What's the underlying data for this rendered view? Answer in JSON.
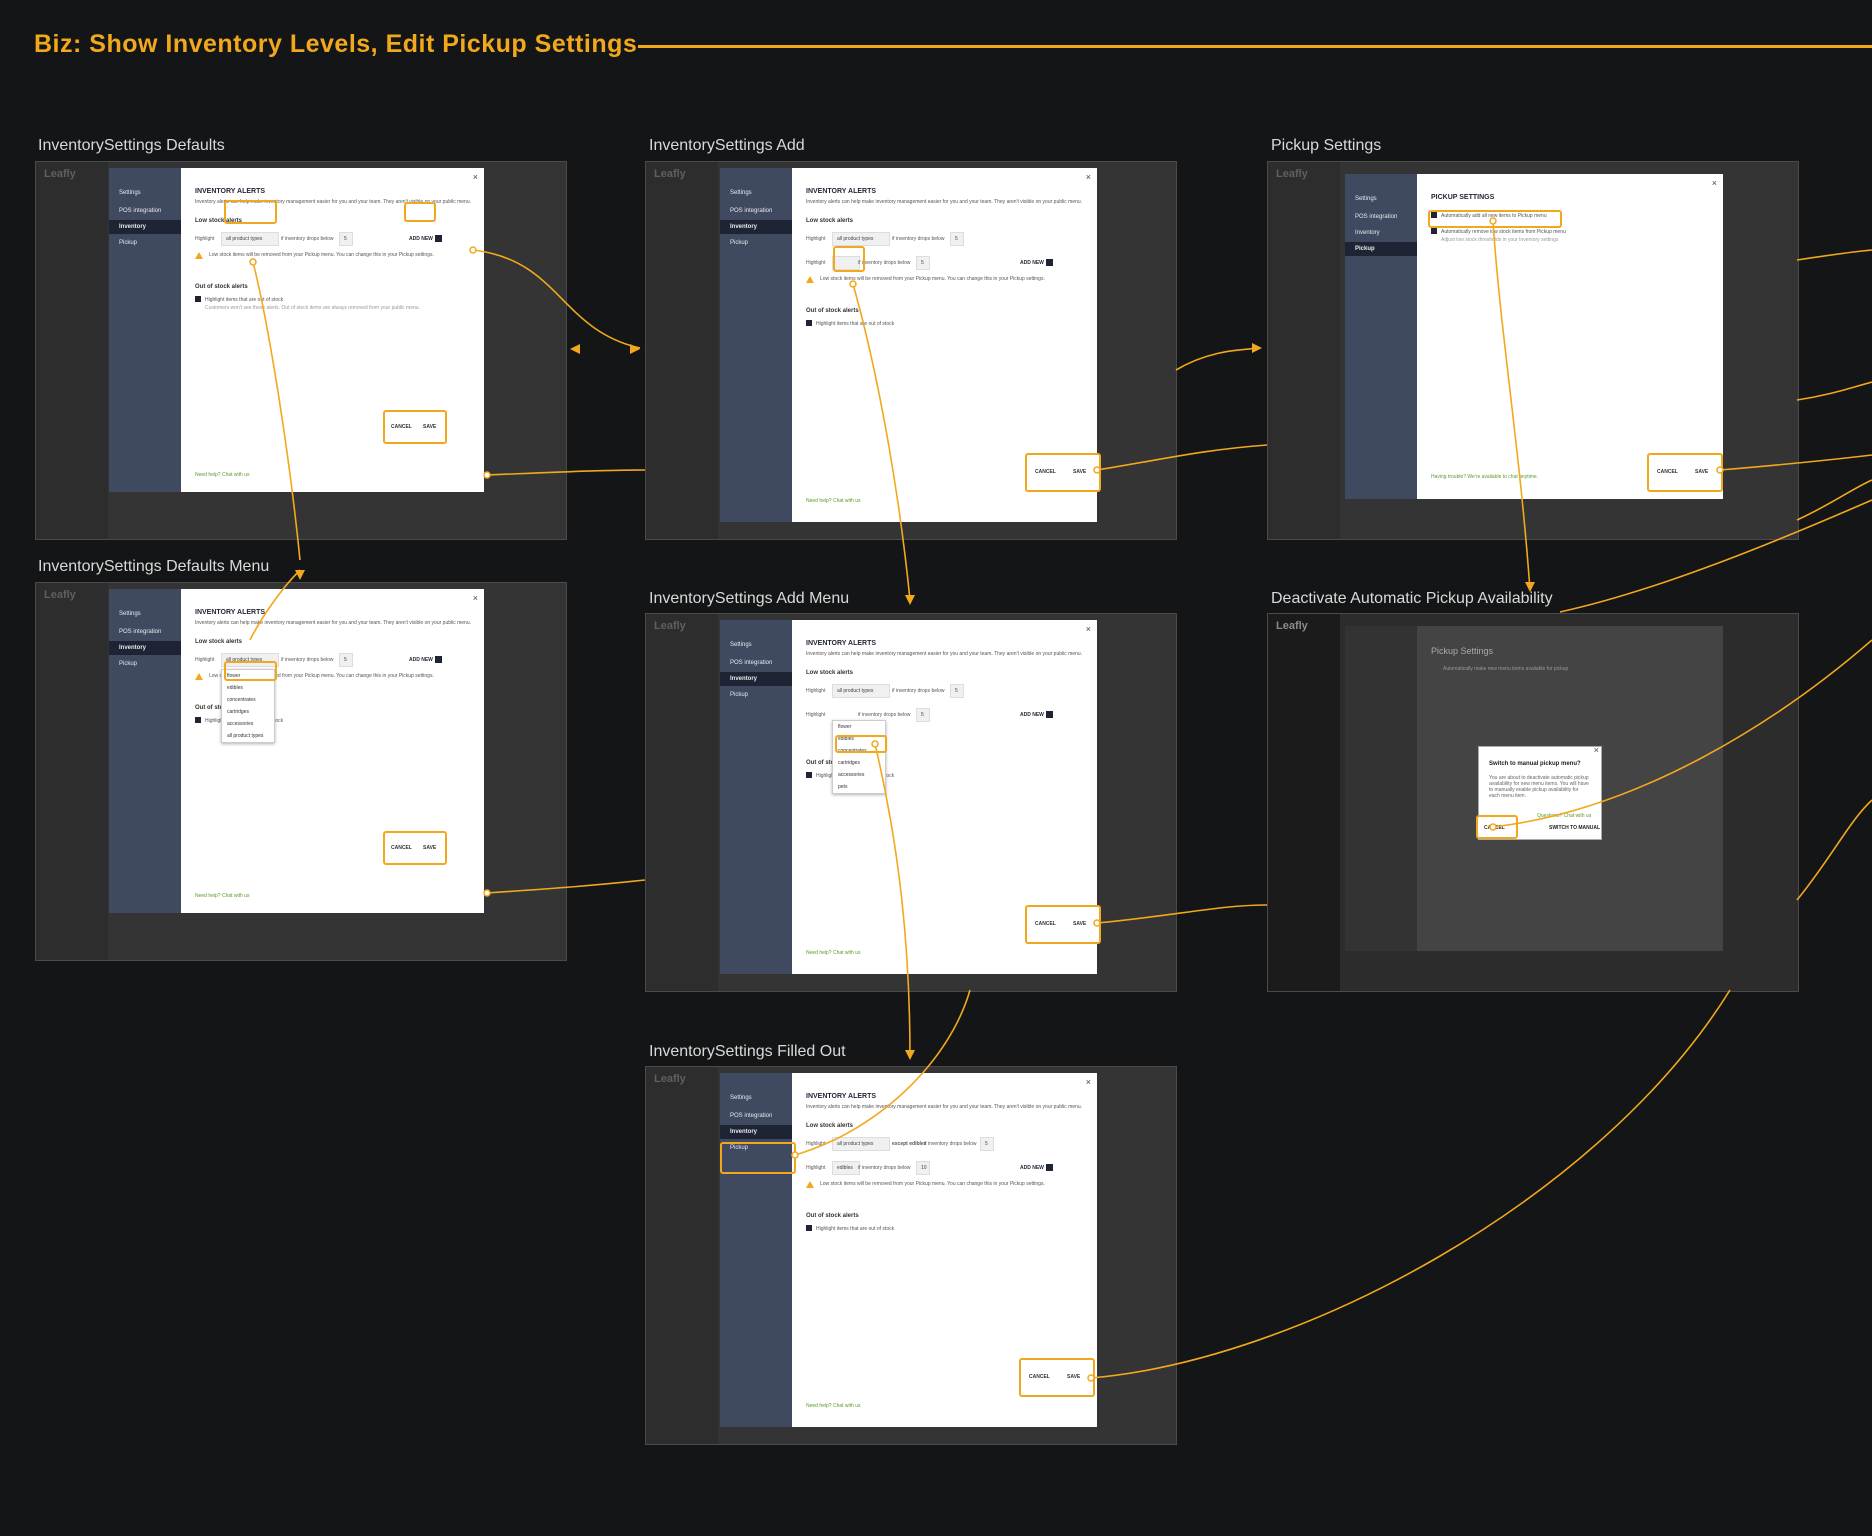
{
  "page": {
    "title": "Biz: Show Inventory Levels, Edit Pickup Settings",
    "accent": "#f2a81d"
  },
  "app": {
    "logo": "Leafly"
  },
  "modal": {
    "side_title": "Settings",
    "side_items": [
      "POS integration",
      "Inventory",
      "Pickup"
    ],
    "inv_heading": "INVENTORY ALERTS",
    "inv_desc": "Inventory alerts can help make inventory management easier for you and your team. They aren't visible on your public menu.",
    "low_stock": "Low stock alerts",
    "highlight": "Highlight",
    "all_types": "all product types",
    "drops_below": "if inventory drops below",
    "qty": "5",
    "qty_filled": "10",
    "add_new": "ADD NEW",
    "warn_text": "Low stock items will be removed from your Pickup menu. You can change this in your Pickup settings.",
    "out_of_stock": "Out of stock alerts",
    "oos_check": "Highlight items that are out of stock",
    "oos_desc": "Customers won't see these alerts. Out of stock items are always removed from your public menu.",
    "help": "Need help? Chat with us",
    "cancel": "CANCEL",
    "save": "SAVE",
    "edibles": "edibles",
    "except_edibles": "except edibles",
    "dropdown_a": [
      "flower",
      "edibles",
      "concentrates",
      "cartridges",
      "accessories",
      "all product types"
    ],
    "dropdown_b": [
      "flower",
      "edibles",
      "concentrates",
      "cartridges",
      "accessories",
      "pets"
    ],
    "pickup_heading": "PICKUP SETTINGS",
    "pickup_opt1": "Automatically add all new items to Pickup menu",
    "pickup_opt2": "Automatically remove low stock items from Pickup menu",
    "pickup_opt2_desc": "Adjust low stock thresholds in your Inventory settings",
    "pickup_help": "Having trouble? We're available to chat anytime.",
    "pickup_title": "Pickup Settings",
    "pickup_opt1_b": "Automatically make new menu items available for pickup",
    "dialog_title": "Switch to manual pickup menu?",
    "dialog_text": "You are about to deactivate automatic pickup availability for new menu items. You will have to manually enable pickup availability for each menu item.",
    "dialog_help": "Questions? Chat with us",
    "dialog_switch": "SWITCH TO MANUAL"
  },
  "frames": [
    {
      "label": "InventorySettings Defaults"
    },
    {
      "label": "InventorySettings Defaults Menu"
    },
    {
      "label": "InventorySettings Add"
    },
    {
      "label": "InventorySettings Add  Menu"
    },
    {
      "label": "InventorySettings Filled Out"
    },
    {
      "label": "Pickup Settings"
    },
    {
      "label": "Deactivate Automatic Pickup Availability"
    }
  ]
}
